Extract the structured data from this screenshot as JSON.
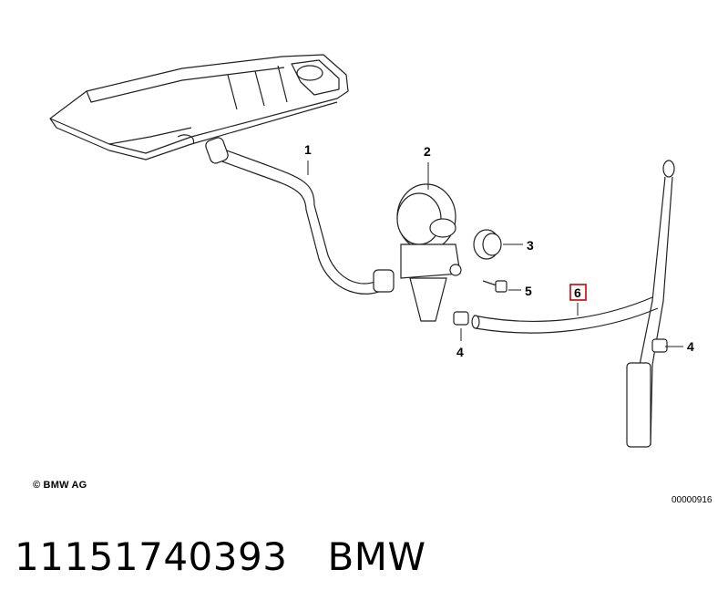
{
  "callouts": [
    {
      "id": "1",
      "label": "1"
    },
    {
      "id": "2",
      "label": "2"
    },
    {
      "id": "3",
      "label": "3"
    },
    {
      "id": "4a",
      "label": "4"
    },
    {
      "id": "4b",
      "label": "4"
    },
    {
      "id": "5",
      "label": "5"
    },
    {
      "id": "6",
      "label": "6",
      "highlight": "#cc0000"
    }
  ],
  "copyright": "© BMW AG",
  "diagram_id": "00000916",
  "caption": {
    "part_number": "11151740393",
    "brand": "BMW"
  }
}
